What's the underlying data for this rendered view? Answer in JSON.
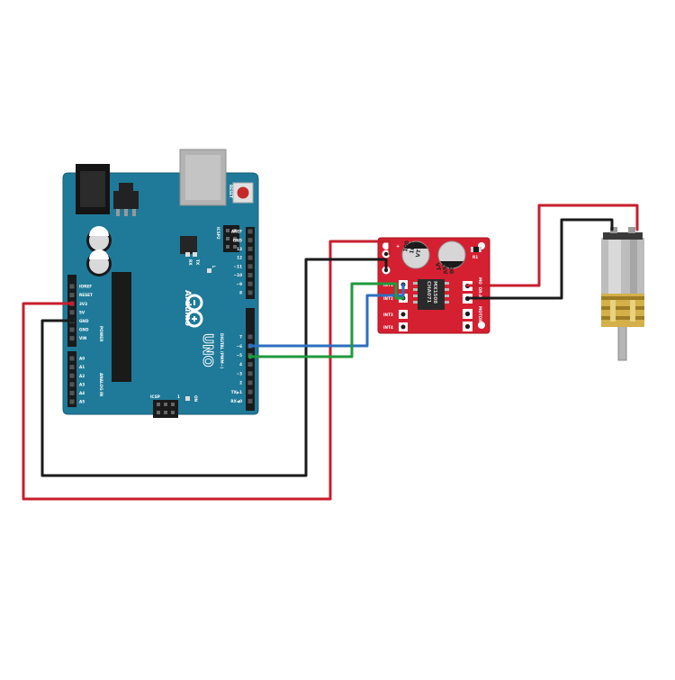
{
  "colors": {
    "arduino_board": "#1f7a99",
    "driver_board": "#d42030",
    "wire_red": "#c81e2d",
    "wire_black": "#1a1a1a",
    "wire_blue": "#2d6fbf",
    "wire_green": "#1f9a3c"
  },
  "arduino": {
    "brand": "Arduino",
    "model": "UNO",
    "reset_label": "RESET",
    "icsp2_label": "ICSP2",
    "tx_label": "TX",
    "rx_label": "RX",
    "l_label": "L",
    "on_label": "ON",
    "icsp_label": "ICSP",
    "icsp_num": "1",
    "power_header_label": "POWER",
    "analog_header_label": "ANALOG IN",
    "digital_header_label": "DIGITAL (PWM~)",
    "power_pins": [
      "IOREF",
      "RESET",
      "3V3",
      "5V",
      "GND",
      "GND",
      "VIN"
    ],
    "analog_pins": [
      "A0",
      "A1",
      "A2",
      "A3",
      "A4",
      "A5"
    ],
    "digital_pins_top": [
      "AREF",
      "GND",
      "13",
      "12",
      "~11",
      "~10",
      "~9",
      "8"
    ],
    "digital_pins_bottom": [
      "7",
      "~6",
      "~5",
      "4",
      "~3",
      "2",
      "TX▶1",
      "RX◀0"
    ]
  },
  "driver": {
    "plus_label": "+",
    "minus_label": "-",
    "cap1_lines": [
      "100",
      "16V",
      "VT"
    ],
    "cap2_lines": [
      "100",
      "16V",
      "VT"
    ],
    "chip_lines": [
      "MX1508",
      "CHA071"
    ],
    "r_label": "R1",
    "in1_label": "INT1",
    "in2_label": "INT2",
    "in3_label": "INT3",
    "in4_label": "INT4",
    "motor_a_label": "MOTOR-A",
    "motor_b_label": "MOTOR-B"
  }
}
